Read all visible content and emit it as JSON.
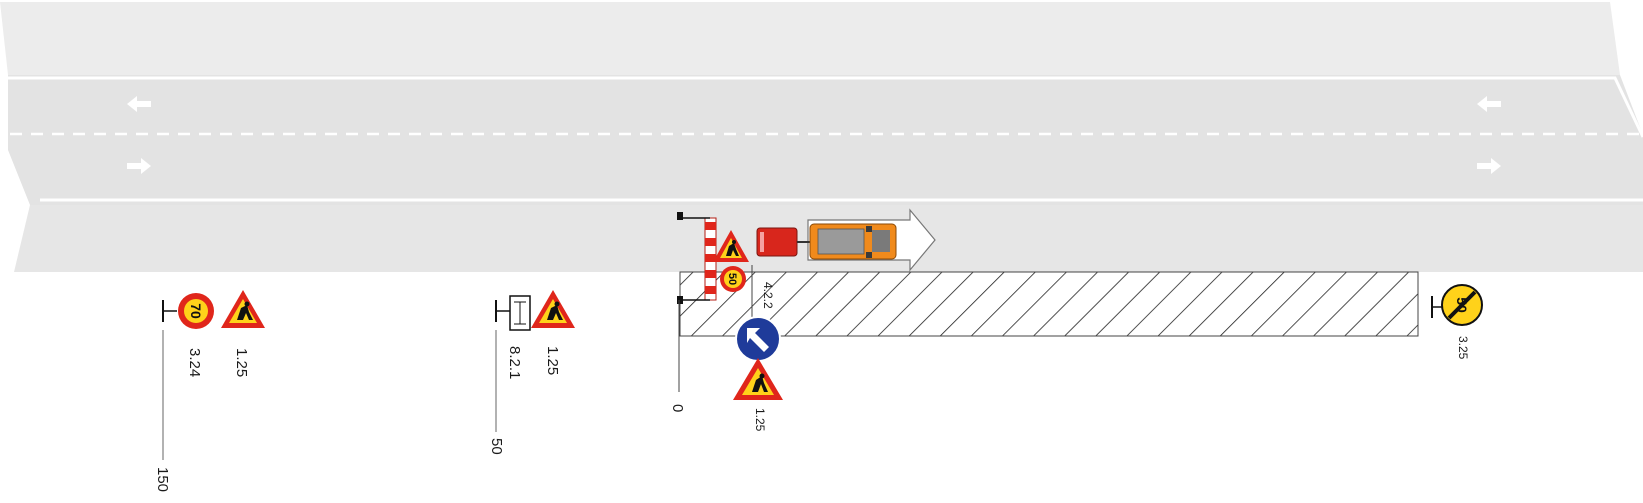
{
  "road": {
    "surface_color": "#e6e6e6",
    "edge_line_color": "#ffffff",
    "lane_direction_arrows": [
      "arrow-left",
      "arrow-right",
      "arrow-left",
      "arrow-right"
    ]
  },
  "work_zone": {
    "hatch_color": "#222222",
    "barrier_colors": [
      "#e0261b",
      "#ffffff"
    ],
    "vehicle_color": "#f08a1c",
    "trailer_color": "#d8261c"
  },
  "signs": [
    {
      "id": "speed-limit-70",
      "value": "70",
      "code": "3.24"
    },
    {
      "id": "road-works-1",
      "code": "1.25"
    },
    {
      "id": "distance-plate",
      "code": "8.2.1"
    },
    {
      "id": "road-works-2",
      "code": "1.25"
    },
    {
      "id": "speed-limit-50",
      "value": "50"
    },
    {
      "id": "keep-left",
      "code": "4.2.2"
    },
    {
      "id": "road-works-3",
      "code": "1.25"
    },
    {
      "id": "end-speed-limit-50",
      "value": "50",
      "code": "3.25"
    }
  ],
  "distances": [
    "150",
    "50",
    "0"
  ],
  "colors": {
    "sign_red": "#e0261b",
    "sign_yellow": "#ffd21a",
    "sign_blue": "#1f3b9a"
  }
}
